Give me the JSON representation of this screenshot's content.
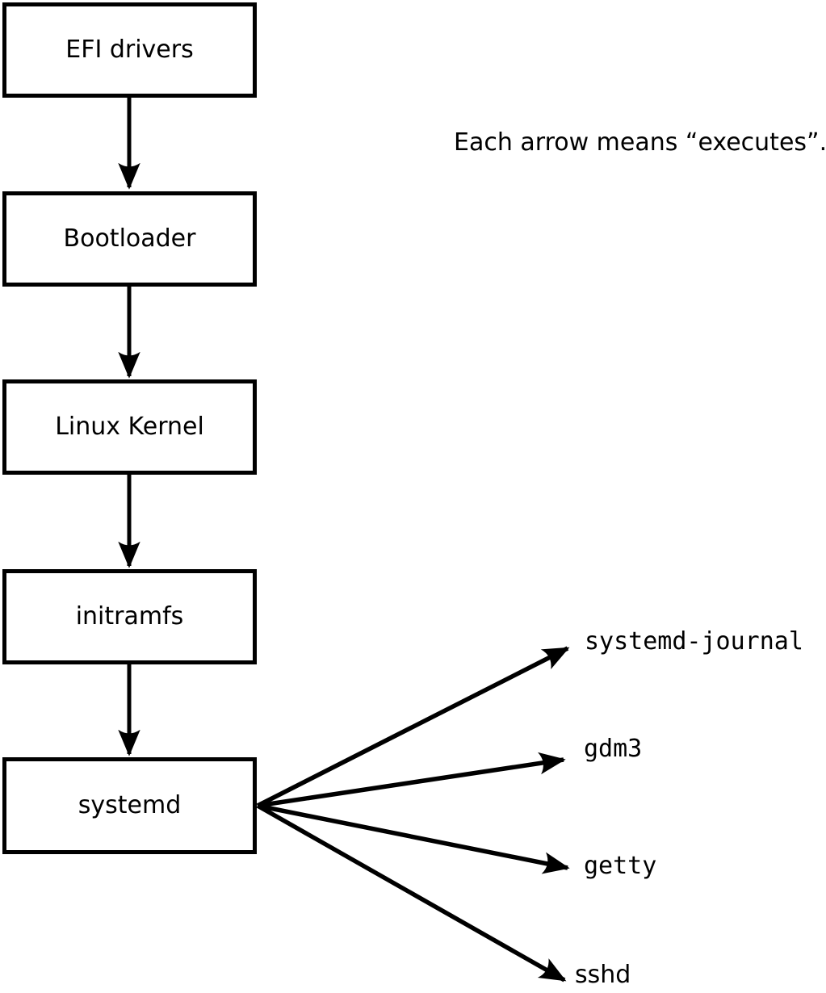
{
  "diagram": {
    "annotation": "Each arrow means “executes”.",
    "colors": {
      "ink": "#000000",
      "background": "#ffffff"
    },
    "boot_chain": [
      {
        "label": "EFI drivers"
      },
      {
        "label": "Bootloader"
      },
      {
        "label": "Linux Kernel"
      },
      {
        "label": "initramfs"
      },
      {
        "label": "systemd"
      }
    ],
    "spawned_services": [
      {
        "label": "systemd-journal"
      },
      {
        "label": "gdm3"
      },
      {
        "label": "getty"
      },
      {
        "label": "sshd"
      }
    ]
  }
}
